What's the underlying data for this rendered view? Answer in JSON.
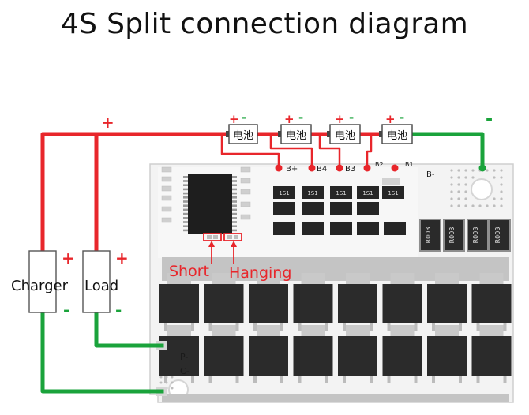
{
  "title": "4S Split connection diagram",
  "colors": {
    "positive": "#e8262b",
    "negative": "#1aa33b",
    "board": "#f2f2f2",
    "mosfet": "#2b2b2b",
    "heatsink": "#b9b9b9"
  },
  "wire_labels": {
    "plus": "+",
    "minus": "-"
  },
  "battery_cells": [
    {
      "label": "电池",
      "plus": "+",
      "minus": "-"
    },
    {
      "label": "电池",
      "plus": "+",
      "minus": "-"
    },
    {
      "label": "电池",
      "plus": "+",
      "minus": "-"
    },
    {
      "label": "电池",
      "plus": "+",
      "minus": "-"
    }
  ],
  "pads": {
    "b_plus": "B+",
    "b4": "B4",
    "b3": "B3",
    "b2": "B2",
    "b1": "B1",
    "b_minus": "B-",
    "p_minus": "P-",
    "c_minus": "C-"
  },
  "devices": {
    "charger": "Charger",
    "load": "Load"
  },
  "annotations": {
    "short": "Short",
    "hanging": "Hanging"
  },
  "resistor_codes": [
    "R003",
    "R003",
    "R003",
    "R003"
  ],
  "small_marks": [
    "1S1",
    "1S1",
    "1S1",
    "1S1",
    "1S1"
  ]
}
